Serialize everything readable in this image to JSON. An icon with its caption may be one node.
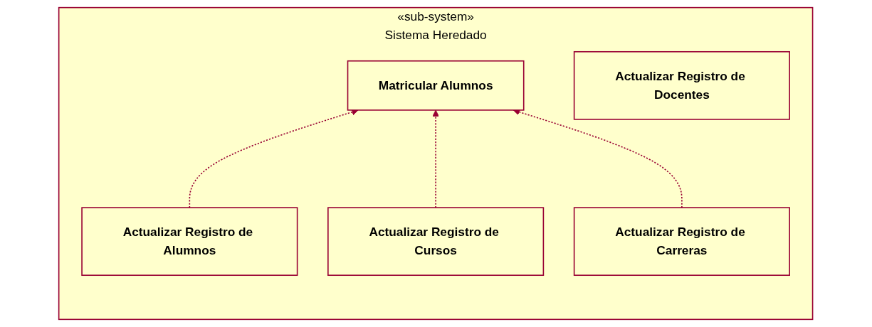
{
  "diagram": {
    "nodes": [
      {
        "text": [
          "«sub-system»",
          "Sistema Heredado"
        ]
      },
      {
        "text": [
          "Matricular Alumnos"
        ],
        "in": 0
      },
      {
        "text": [
          "Actualizar Registro de Alumnos"
        ],
        "in": 0
      },
      {
        "text": [
          "Actualizar Registro de Docentes"
        ],
        "in": 0
      },
      {
        "text": [
          "Actualizar Registro de Cursos"
        ],
        "in": 0
      },
      {
        "text": [
          "Actualizar Registro de Carreras"
        ],
        "in": 0
      }
    ],
    "edges": [
      {
        "from": 2,
        "to": 1,
        "arrow": "to",
        "style": "dashed"
      },
      {
        "from": 4,
        "to": 1,
        "arrow": "to",
        "style": "dashed"
      },
      {
        "from": 5,
        "to": 1,
        "arrow": "to",
        "style": "dashed"
      }
    ]
  }
}
